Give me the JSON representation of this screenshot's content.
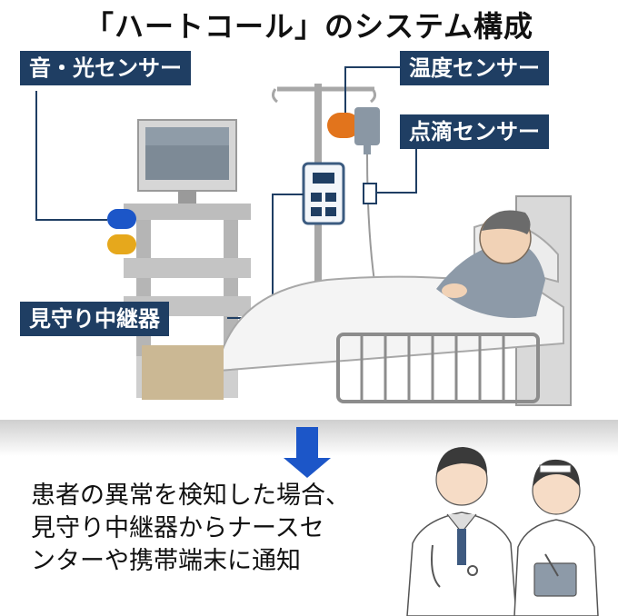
{
  "title": "「ハートコール」のシステム構成",
  "labels": {
    "sound_light_sensor": "音・光センサー",
    "temperature_sensor": "温度センサー",
    "drip_sensor": "点滴センサー",
    "relay_device": "見守り中継器"
  },
  "message": {
    "line1": "患者の異常を検知した場合、",
    "line2": "見守り中継器からナースセ",
    "line3": "ンターや携帯端末に通知"
  },
  "colors": {
    "label_bg": "#1f3e63",
    "sensor_blue": "#1c56c8",
    "sensor_orange": "#e2741c",
    "sensor_yellow": "#e6a81c",
    "arrow_blue": "#1c56c8"
  }
}
